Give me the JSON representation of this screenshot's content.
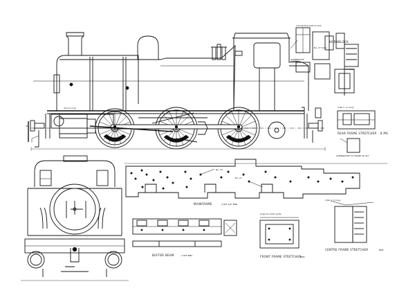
{
  "labels": {
    "hornblock": "HORNBLOCK",
    "axlebox": "AXLEBOX",
    "rear_stretcher": "REAR FRAME STRETCHER",
    "rear_stretcher_size": "8 MS",
    "alternative_frame": "ALTERNATIVE TO FRAME SO ALT",
    "mainframe": "MAINFRAME",
    "mainframe_size": "2 OFF  1/8\" BMS",
    "front_stretcher": "FRONT FRAME STRETCHER",
    "front_stretcher_size": "BMS",
    "buffer_beam": "BUFFER BEAM",
    "buffer_beam_size": "2 OFF  BMS",
    "centre_stretcher": "CENTRE FRAME STRETCHER",
    "centre_stretcher_size": "BMS"
  },
  "notes": {
    "top_note": "cut bending slots to suit",
    "hole_note": "No. 27 holes",
    "mainframe_holes_a": "No. 34",
    "mainframe_holes_b": "No. 27",
    "frame_note": "holes for 3/32\" bolts"
  }
}
